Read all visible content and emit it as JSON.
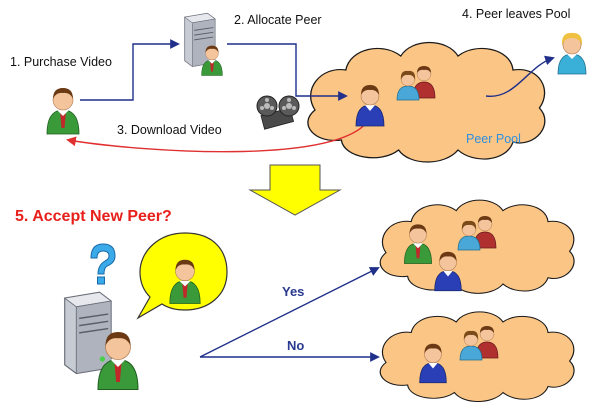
{
  "labels": {
    "purchase": "1. Purchase Video",
    "allocate": "2. Allocate Peer",
    "download": "3. Download Video",
    "leaves": "4. Peer leaves Pool",
    "accept": "5. Accept New Peer?",
    "pool": "Peer Pool",
    "yes": "Yes",
    "no": "No"
  },
  "colors": {
    "cloud_fill": "#fbc585",
    "cloud_stroke": "#1a1a1a",
    "arrow_navy": "#1f2f8a",
    "arrow_red": "#e03030",
    "big_arrow": "#ffff00",
    "bubble": "#ffff00",
    "accent_red_text": "#e8201c",
    "pool_text": "#2f8fe0"
  },
  "icons": {
    "customer": "person-green-shirt-icon",
    "server": "server-tower-icon",
    "peer_blue": "person-blue-shirt-icon",
    "peer_pair": "people-group-icon",
    "film": "film-reel-icon",
    "leaving_peer": "person-blonde-icon",
    "question": "question-mark-icon"
  }
}
